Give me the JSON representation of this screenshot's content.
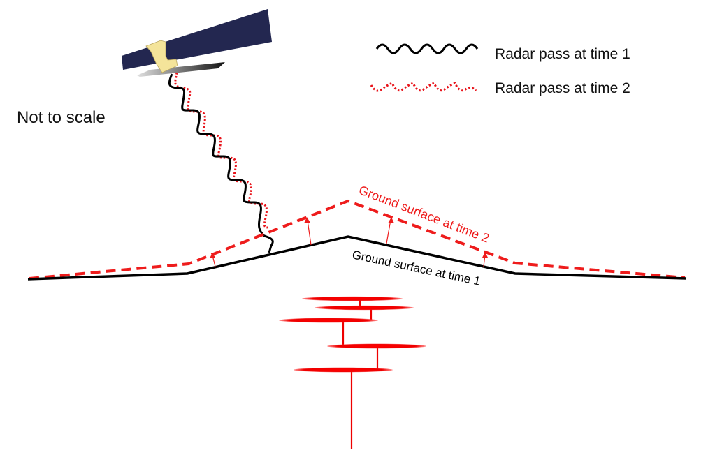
{
  "diagram": {
    "note": "Not to scale",
    "legend": [
      {
        "label": "Radar pass at time 1",
        "style": "solid",
        "color": "#000000"
      },
      {
        "label": "Radar pass at time 2",
        "style": "dotted",
        "color": "#e8141b"
      }
    ],
    "ground_time1_label": "Ground surface at time 1",
    "ground_time2_label": "Ground surface at time 2",
    "colors": {
      "time1": "#000000",
      "time2": "#ee1c1c",
      "satellite_panel": "#232750",
      "satellite_body": "#f4e49a"
    }
  }
}
